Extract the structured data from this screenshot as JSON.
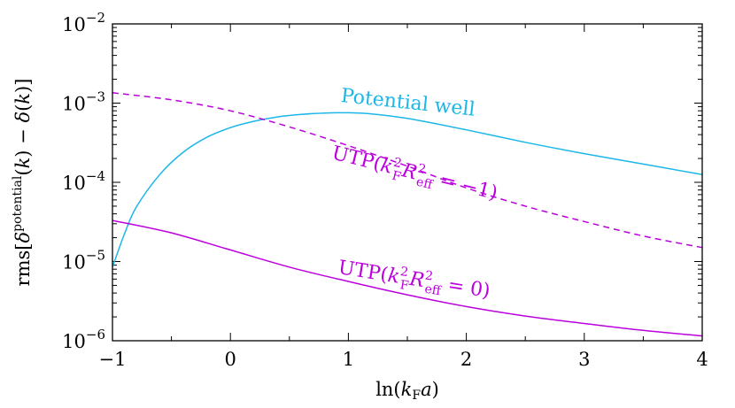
{
  "chart_data": {
    "type": "line",
    "title": "",
    "xlabel": "ln(k_F a)",
    "ylabel": "rms[δ^potential(k) − δ(k)]",
    "xlim": [
      -1,
      4
    ],
    "ylim": [
      1e-06,
      0.01
    ],
    "yscale": "log",
    "grid": false,
    "x_ticks": [
      -1,
      0,
      1,
      2,
      3,
      4
    ],
    "x_tick_labels": [
      "−1",
      "0",
      "1",
      "2",
      "3",
      "4"
    ],
    "y_ticks": [
      1e-06,
      1e-05,
      0.0001,
      0.001,
      0.01
    ],
    "y_tick_exponents": [
      "−6",
      "−5",
      "−4",
      "−3",
      "−2"
    ],
    "y_tick_base": "10",
    "series": [
      {
        "name": "Potential well",
        "color": "#1cb7e8",
        "dash": "solid",
        "x": [
          -1.0,
          -0.9,
          -0.8,
          -0.6,
          -0.4,
          -0.2,
          0.0,
          0.2,
          0.4,
          0.6,
          0.8,
          1.0,
          1.2,
          1.5,
          2.0,
          2.5,
          3.0,
          3.5,
          4.0
        ],
        "y": [
          8.5e-06,
          2.2e-05,
          4.8e-05,
          0.000125,
          0.00024,
          0.00037,
          0.00049,
          0.00059,
          0.00067,
          0.00072,
          0.00075,
          0.000755,
          0.00073,
          0.00064,
          0.00046,
          0.00032,
          0.00023,
          0.00017,
          0.000125
        ]
      },
      {
        "name": "UTP(k_F² R_eff² = −1)",
        "color": "#bb00dd",
        "dash": "dashed",
        "x": [
          -1.0,
          -0.5,
          0.0,
          0.5,
          1.0,
          1.5,
          2.0,
          2.5,
          3.0,
          3.5,
          4.0
        ],
        "y": [
          0.00135,
          0.0011,
          0.0008,
          0.0005,
          0.00029,
          0.00016,
          8.5e-05,
          5e-05,
          3.2e-05,
          2.1e-05,
          1.5e-05
        ]
      },
      {
        "name": "UTP(k_F² R_eff² = 0)",
        "color": "#bb00dd",
        "dash": "solid",
        "x": [
          -1.0,
          -0.5,
          0.0,
          0.5,
          1.0,
          1.5,
          2.0,
          2.5,
          3.0,
          3.5,
          4.0
        ],
        "y": [
          3.3e-05,
          2.3e-05,
          1.4e-05,
          8.5e-06,
          5.6e-06,
          3.8e-06,
          2.7e-06,
          2.05e-06,
          1.65e-06,
          1.35e-06,
          1.15e-06
        ]
      }
    ],
    "annotations": [
      {
        "series": 0,
        "text": "Potential well",
        "x": 1.5,
        "y": 0.00085
      },
      {
        "series": 1,
        "text": "UTP(k_F² R_eff² = −1)",
        "x": 1.55,
        "y": 0.00011
      },
      {
        "series": 2,
        "text": "UTP(k_F² R_eff² = 0)",
        "x": 1.55,
        "y": 5e-06
      }
    ]
  }
}
